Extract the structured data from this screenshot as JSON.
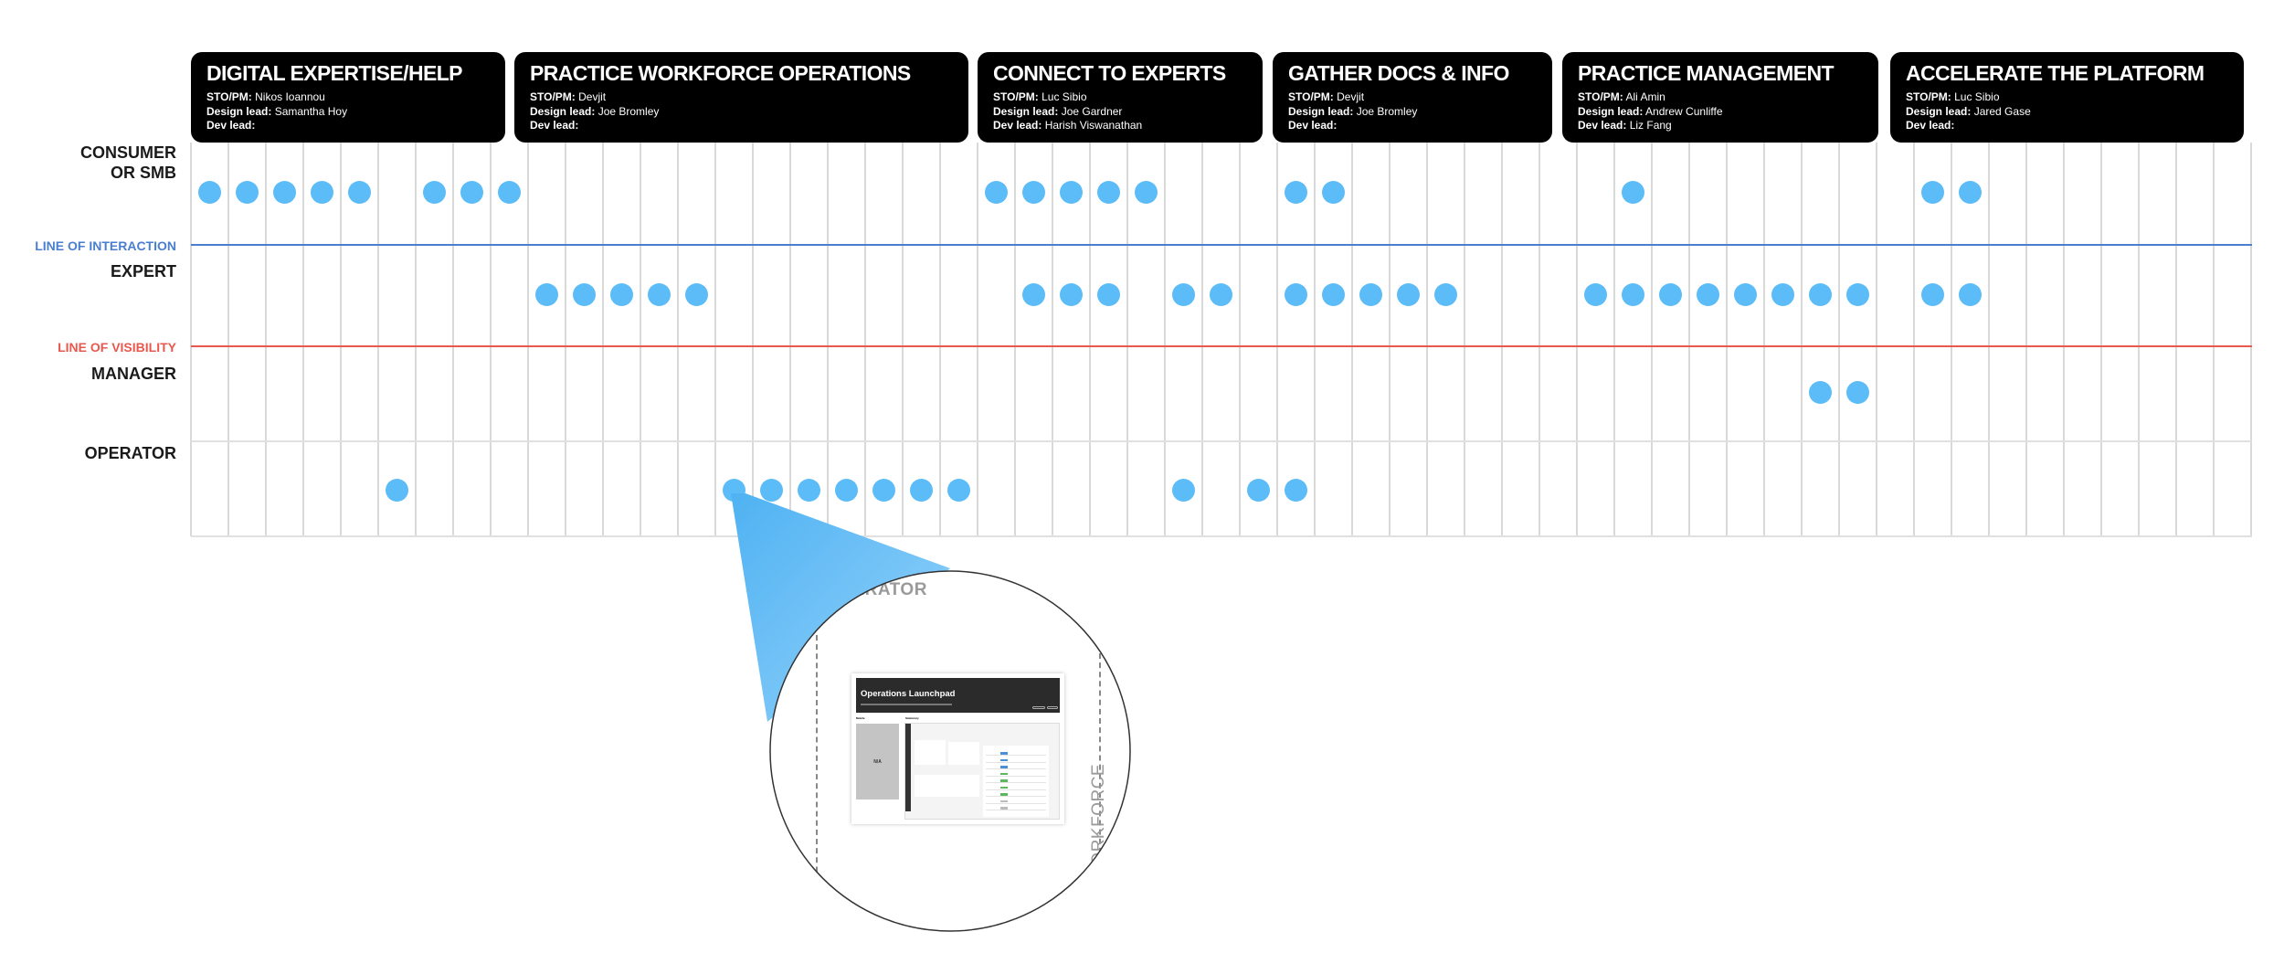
{
  "phases": [
    {
      "title": "DIGITAL EXPERTISE/HELP",
      "sto_pm_label": "STO/PM:",
      "sto_pm": "Nikos Ioannou",
      "design_lead_label": "Design lead:",
      "design_lead": "Samantha Hoy",
      "dev_lead_label": "Dev lead:",
      "dev_lead": ""
    },
    {
      "title": "PRACTICE WORKFORCE OPERATIONS",
      "sto_pm_label": "STO/PM:",
      "sto_pm": "Devjit",
      "design_lead_label": "Design lead:",
      "design_lead": "Joe Bromley",
      "dev_lead_label": "Dev lead:",
      "dev_lead": ""
    },
    {
      "title": "CONNECT TO EXPERTS",
      "sto_pm_label": "STO/PM:",
      "sto_pm": "Luc Sibio",
      "design_lead_label": "Design lead:",
      "design_lead": "Joe Gardner",
      "dev_lead_label": "Dev lead:",
      "dev_lead": "Harish Viswanathan"
    },
    {
      "title": "GATHER DOCS & INFO",
      "sto_pm_label": "STO/PM:",
      "sto_pm": "Devjit",
      "design_lead_label": "Design lead:",
      "design_lead": "Joe Bromley",
      "dev_lead_label": "Dev lead:",
      "dev_lead": ""
    },
    {
      "title": "PRACTICE MANAGEMENT",
      "sto_pm_label": "STO/PM:",
      "sto_pm": "Ali Amin",
      "design_lead_label": "Design lead:",
      "design_lead": "Andrew Cunliffe",
      "dev_lead_label": "Dev lead:",
      "dev_lead": "Liz Fang"
    },
    {
      "title": "ACCELERATE THE PLATFORM",
      "sto_pm_label": "STO/PM:",
      "sto_pm": "Luc Sibio",
      "design_lead_label": "Design lead:",
      "design_lead": "Jared Gase",
      "dev_lead_label": "Dev lead:",
      "dev_lead": ""
    }
  ],
  "rows": {
    "consumer_line1": "CONSUMER",
    "consumer_line2": "OR SMB",
    "expert": "EXPERT",
    "manager": "MANAGER",
    "operator": "OPERATOR"
  },
  "lines": {
    "interaction": {
      "label": "LINE OF INTERACTION",
      "color": "#4a7fcf"
    },
    "visibility": {
      "label": "LINE OF VISIBILITY",
      "color": "#e8584e"
    }
  },
  "grid": {
    "steps": 55
  },
  "touchpoints": {
    "dot_color": "#5bbcf8",
    "consumer": [
      0,
      1,
      2,
      3,
      4,
      6,
      7,
      8,
      21,
      22,
      23,
      24,
      25,
      29,
      30,
      38,
      46,
      47
    ],
    "expert": [
      9,
      10,
      11,
      12,
      13,
      22,
      23,
      24,
      26,
      27,
      29,
      30,
      31,
      32,
      33,
      37,
      38,
      39,
      40,
      41,
      42,
      43,
      44,
      46,
      47
    ],
    "manager": [
      43,
      44
    ],
    "operator": [
      5,
      14,
      15,
      16,
      17,
      18,
      19,
      20,
      26,
      28,
      29
    ]
  },
  "magnifier": {
    "lane_left": "OPERATOR",
    "lane_right": "WORKFORCE",
    "screen_title": "Operations Launchpad",
    "mobile_label": "Mobile",
    "stationary_label": "Stationary",
    "mobile_placeholder": "N/A"
  }
}
